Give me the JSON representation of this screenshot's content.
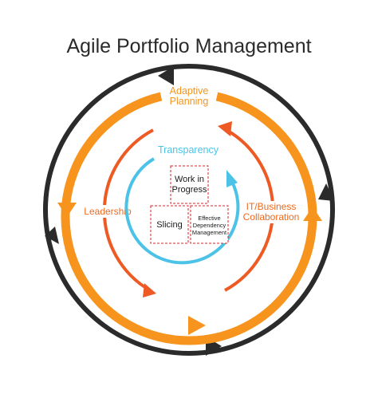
{
  "title": "Agile Portfolio Management",
  "outer_loop": {
    "color": "#2b2b2b"
  },
  "orange_loop": {
    "color": "#f7941d",
    "top_label_line1": "Adaptive",
    "top_label_line2": "Planning"
  },
  "inner_arcs": {
    "color": "#ee5a24",
    "left_label": "Leadership",
    "right_label_line1": "IT/Business",
    "right_label_line2": "Collaboration"
  },
  "center_loop": {
    "color": "#4cc3e6",
    "label": "Transparency"
  },
  "boxes": {
    "border_color": "#d9252a",
    "work_in_progress_line1": "Work in",
    "work_in_progress_line2": "Progress",
    "slicing": "Slicing",
    "edm_line1": "Effective",
    "edm_line2": "Dependency",
    "edm_line3": "Management"
  }
}
